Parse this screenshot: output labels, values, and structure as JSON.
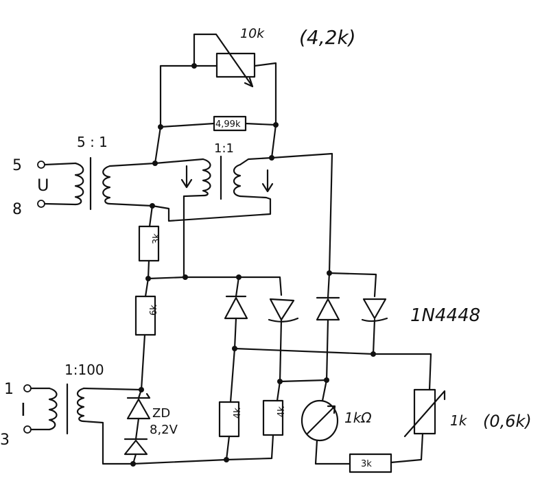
{
  "labels": {
    "pot_value": "10k",
    "pot_setting": "(4,2k)",
    "r_parallel": "4,99k",
    "ratio_u": "5 : 1",
    "ratio_fb": "1:1",
    "terminal_5": "5",
    "terminal_8": "8",
    "voltage_symbol": "U",
    "r_3k_upper": "3k",
    "r_6k": "6k",
    "diode_type": "1N4448",
    "ratio_i": "1:100",
    "terminal_1": "1",
    "terminal_3": "3",
    "current_symbol": "I",
    "zener_name": "ZD",
    "zener_voltage": "8,2V",
    "r_4k_a": "4k",
    "r_4k_b": "4k",
    "meter_value": "1kΩ",
    "ntc_value": "1k",
    "ntc_setting": "(0,6k)",
    "r_3k_bottom": "3k"
  }
}
